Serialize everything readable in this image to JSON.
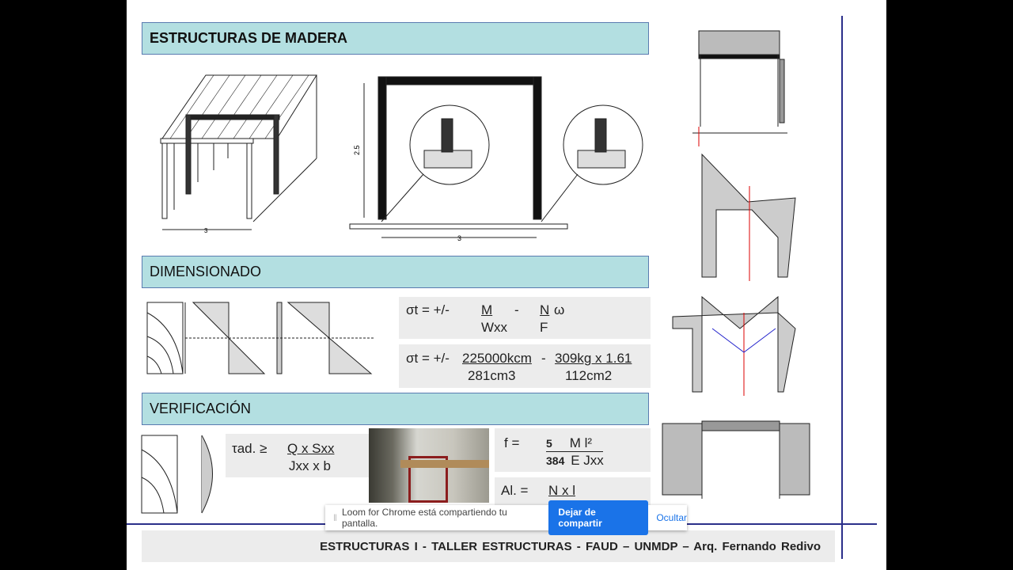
{
  "slide": {
    "title": "ESTRUCTURAS DE MADERA",
    "section_dimensionado": "DIMENSIONADO",
    "section_verificacion": "VERIFICACIÓN",
    "drawing_labels": {
      "span": "3",
      "height": "2.5"
    },
    "formula1": {
      "lhs": "σt = +/-",
      "num1": "M",
      "den1": "Wxx",
      "minus": "-",
      "num2": "N",
      "omega": "ω",
      "den2": "F"
    },
    "formula2": {
      "lhs": "σt  = +/-",
      "num1": "225000kcm",
      "minus": "-",
      "num2": "309kg x 1.61",
      "den1": "281cm3",
      "den2": "112cm2"
    },
    "formula_shear": {
      "lhs": "τad. ≥",
      "num": "Q  x  Sxx",
      "den": "Jxx   x  b"
    },
    "formula_deflection": {
      "lhs": "f =",
      "num_coef": "5",
      "num": "M l²",
      "den_coef": "384",
      "den": "E Jxx"
    },
    "formula_elong": {
      "lhs": "Al. =",
      "num": "N  x  l"
    },
    "footer": "ESTRUCTURAS  I - TALLER  ESTRUCTURAS  - FAUD – UNMDP – Arq. Fernando  Redivo"
  },
  "loom_bar": {
    "message": "Loom for Chrome está compartiendo tu pantalla.",
    "stop_button": "Dejar de compartir",
    "hide_button": "Ocultar"
  },
  "colors": {
    "section_bar": "#b3dfe1",
    "accent_line": "#2b2f8a",
    "loom_button": "#1a73e8"
  }
}
